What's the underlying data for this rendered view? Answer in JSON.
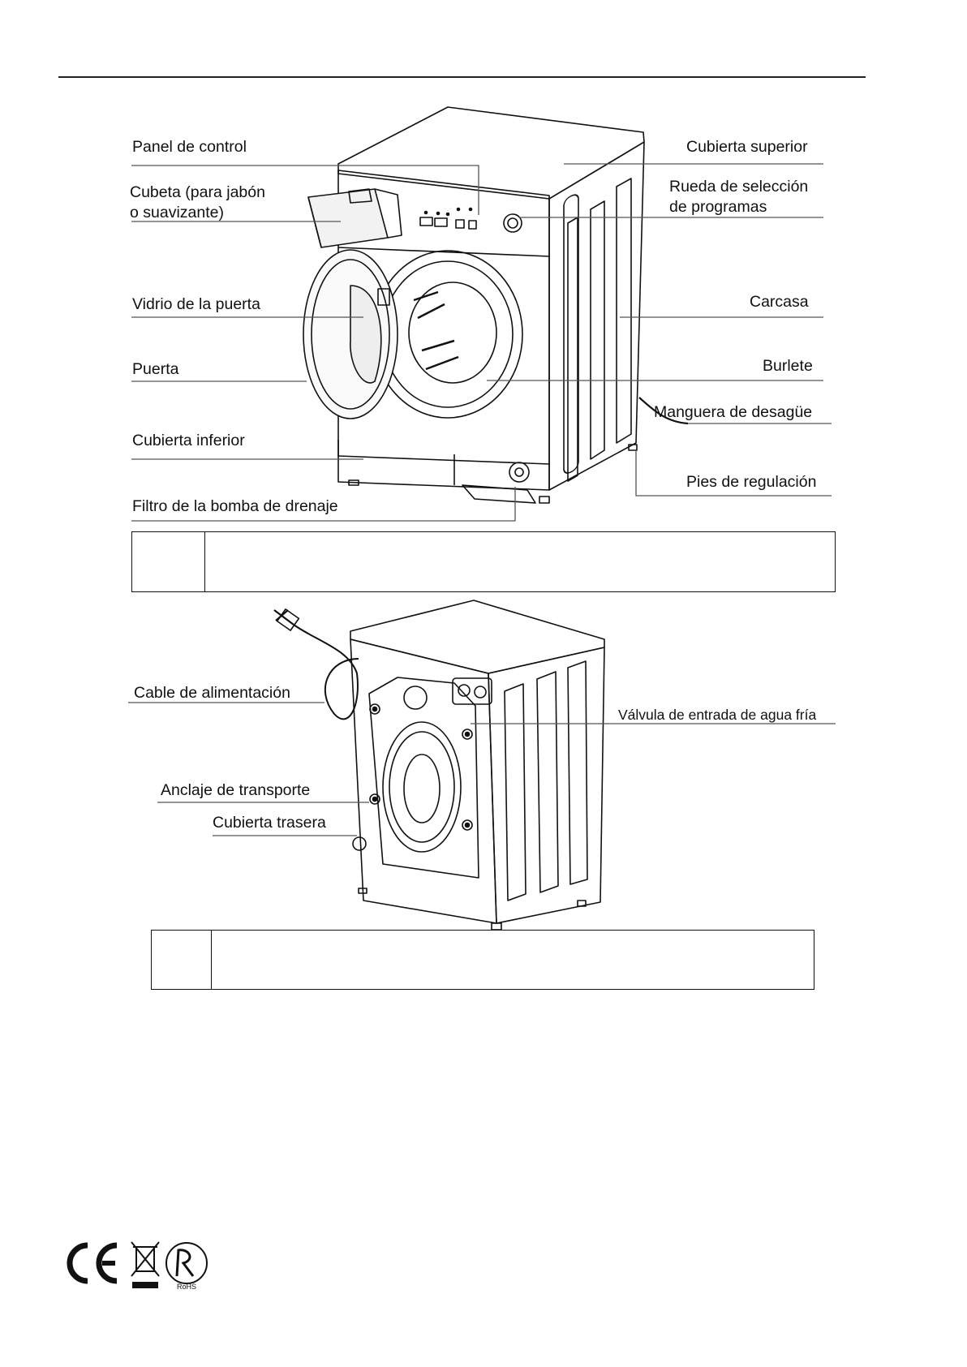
{
  "front_labels": {
    "panel_de_control": "Panel de control",
    "cubeta_line1": "Cubeta (para jabón",
    "cubeta_line2": " o suavizante)",
    "vidrio_puerta": "Vidrio de la puerta",
    "puerta": "Puerta",
    "cubierta_inferior": "Cubierta inferior",
    "filtro_bomba": "Filtro de la bomba de drenaje",
    "cubierta_superior": "Cubierta superior",
    "rueda_line1": "Rueda de selección",
    "rueda_line2": "de programas",
    "carcasa": "Carcasa",
    "burlete": "Burlete",
    "manguera": "Manguera de desagüe",
    "pies": "Pies de regulación"
  },
  "back_labels": {
    "cable": "Cable de alimentación",
    "valvula": "Válvula de entrada de agua fría",
    "anclaje": "Anclaje de transporte",
    "cubierta_trasera": "Cubierta trasera"
  },
  "captions": {
    "front": {
      "left_cell": "",
      "text": ""
    },
    "back": {
      "left_cell": "",
      "text": ""
    }
  },
  "certifications": [
    "CE",
    "WEEE",
    "RoHS"
  ],
  "colors": {
    "line": "#111111",
    "leader": "#555555"
  }
}
